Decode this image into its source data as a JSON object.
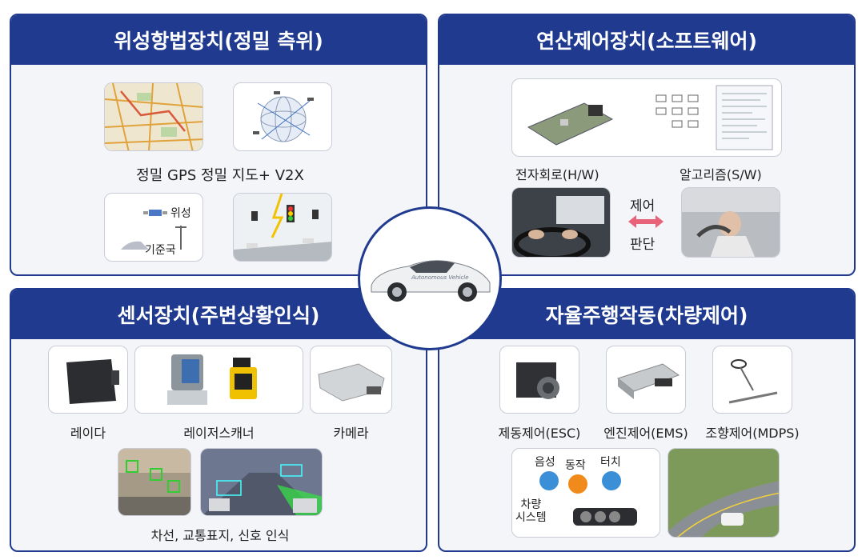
{
  "center": {
    "car_text": "Autonomous Vehicle"
  },
  "panels": {
    "satellite": {
      "title": "위성항법장치(정밀 측위)",
      "caption": "정밀 GPS 정밀 지도+ V2X",
      "satellite_label": "위성",
      "base_station_label": "기준국"
    },
    "computing": {
      "title": "연산제어장치(소프트웨어)",
      "hw_label": "전자회로(H/W)",
      "sw_label": "알고리즘(S/W)",
      "control_label": "제어",
      "judge_label": "판단"
    },
    "sensors": {
      "title": "센서장치(주변상황인식)",
      "radar_label": "레이다",
      "lidar_label": "레이저스캐너",
      "camera_label": "카메라",
      "recognition_label": "차선, 교통표지, 신호 인식"
    },
    "actuation": {
      "title": "자율주행작동(차량제어)",
      "esc_label": "제동제어(ESC)",
      "ems_label": "엔진제어(EMS)",
      "mdps_label": "조향제어(MDPS)",
      "voice_label": "음성",
      "gesture_label": "동작",
      "touch_label": "터치",
      "vehicle_system_label": "차량\n시스템"
    }
  }
}
